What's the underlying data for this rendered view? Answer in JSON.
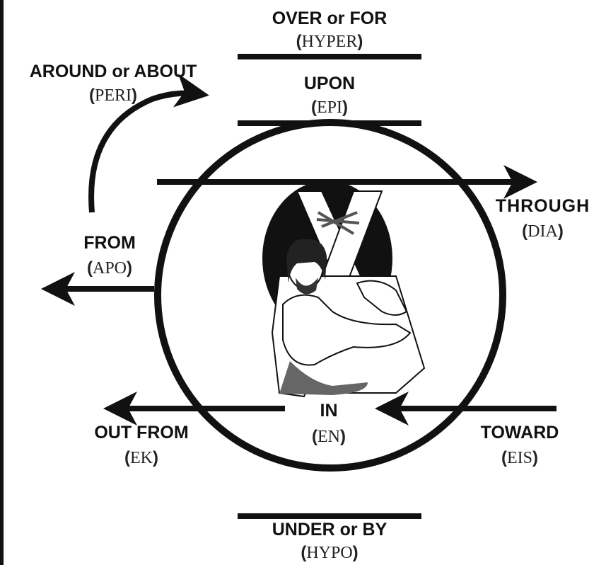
{
  "labels": {
    "over": {
      "title": "OVER or FOR",
      "greek": "HYPER"
    },
    "upon": {
      "title": "UPON",
      "greek": "EPI"
    },
    "around": {
      "title": "AROUND or ABOUT",
      "greek": "PERI"
    },
    "through": {
      "title": "THROUGH",
      "greek": "DIA"
    },
    "from": {
      "title": "FROM",
      "greek": "APO"
    },
    "in": {
      "title": "IN",
      "greek": "EN"
    },
    "outfrom": {
      "title": "OUT FROM",
      "greek": "EK"
    },
    "toward": {
      "title": "TOWARD",
      "greek": "EIS"
    },
    "under": {
      "title": "UNDER or BY",
      "greek": "HYPO"
    }
  },
  "paren_open": "(",
  "paren_close": ")",
  "colors": {
    "ink": "#111111",
    "background": "#ffffff"
  }
}
